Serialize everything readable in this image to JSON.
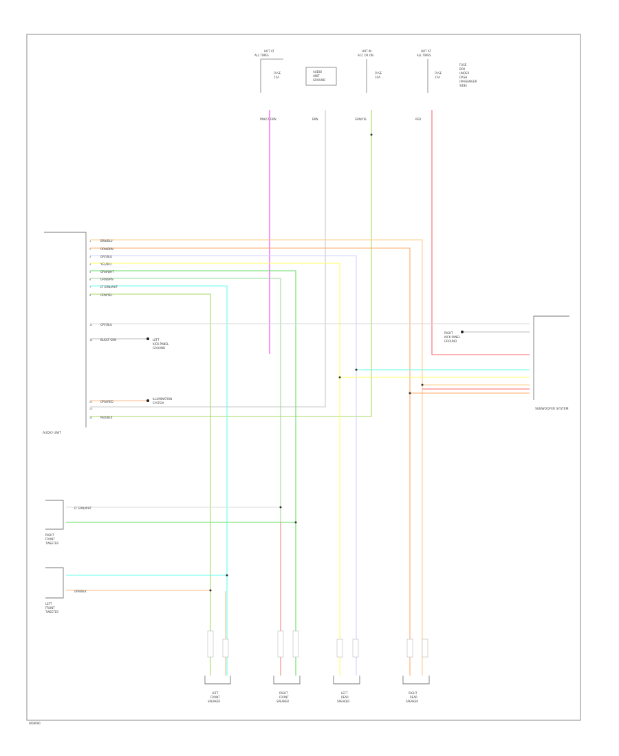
{
  "diagram": {
    "footer_code": "W08990",
    "top_sources": [
      {
        "id": "src1",
        "lines": [
          "HOT AT",
          "ALL TIMES"
        ],
        "fuse": [
          "FUSE",
          "15A"
        ],
        "wire_label": "PNK/LT GRN",
        "wire_color": "#ff33ff"
      },
      {
        "id": "src2",
        "lines": [
          "AUDIO",
          "UNIT",
          "GROUND"
        ],
        "wire_label": "BRN",
        "wire_color": "#c8c8c8"
      },
      {
        "id": "src3",
        "lines": [
          "HOT IN",
          "ACC OR ON"
        ],
        "fuse": [
          "FUSE",
          "10A"
        ],
        "wire_label": "GRN/YEL",
        "wire_color": "#a8d860"
      },
      {
        "id": "src4",
        "lines": [
          "HOT AT",
          "ALL TIMES"
        ],
        "fuse": [
          "FUSE",
          "15A"
        ],
        "wire_label": "RED",
        "wire_color": "#ff6666",
        "note": [
          "FUSE",
          "BOX",
          "UNDER",
          "DASH",
          "(PASSENGER",
          "SIDE)"
        ]
      }
    ],
    "components": {
      "audio_unit": "AUDIO UNIT",
      "subwoofer": "SUBWOOFER SYSTEM",
      "right_front_tweeter": [
        "RIGHT",
        "FRONT",
        "TWEETER"
      ],
      "left_front_tweeter": [
        "LEFT",
        "FRONT",
        "TWEETER"
      ],
      "speakers": [
        {
          "id": "spk1",
          "label": [
            "LEFT",
            "FRONT",
            "SPEAKER"
          ]
        },
        {
          "id": "spk2",
          "label": [
            "RIGHT",
            "FRONT",
            "SPEAKER"
          ]
        },
        {
          "id": "spk3",
          "label": [
            "LEFT",
            "REAR",
            "SPEAKER"
          ]
        },
        {
          "id": "spk4",
          "label": [
            "RIGHT",
            "REAR",
            "SPEAKER"
          ]
        }
      ]
    },
    "side_notes": [
      {
        "id": "ground_left",
        "lines": [
          "LEFT",
          "KICK PANEL",
          "GROUND"
        ]
      },
      {
        "id": "illum",
        "lines": [
          "ILLUMINATION",
          "SYSTEM"
        ]
      },
      {
        "id": "ground_right",
        "lines": [
          "RIGHT",
          "KICK PANEL",
          "GROUND"
        ]
      }
    ],
    "wires": [
      {
        "id": "w1",
        "label": "BRN/BLU",
        "color": "#ffcc88"
      },
      {
        "id": "w2",
        "label": "ORN/BRN",
        "color": "#ffaa66"
      },
      {
        "id": "w3",
        "label": "GRY/BLU",
        "color": "#d0d0ff"
      },
      {
        "id": "w4",
        "label": "YEL/BLU",
        "color": "#ffff66"
      },
      {
        "id": "w5",
        "label": "GRN/WHT",
        "color": "#66dd66"
      },
      {
        "id": "w6",
        "label": "GRN/BRN",
        "color": "#99dd99"
      },
      {
        "id": "w7",
        "label": "LT GRN/WHT",
        "color": "#66ffee"
      },
      {
        "id": "w8",
        "label": "GRN/YEL",
        "color": "#a8d860"
      },
      {
        "id": "w9",
        "label": "GRY/BLU",
        "color": "#d8d8d8"
      },
      {
        "id": "w10",
        "label": "BLK/LT GRN",
        "color": "#bbbbbb"
      },
      {
        "id": "w11",
        "label": "ORN/RED",
        "color": "#ffbb88"
      },
      {
        "id": "w12",
        "label": "RED/BLK",
        "color": "#ff8888"
      },
      {
        "id": "w13",
        "label": "LT GRN/WHT",
        "color": "#66ffee"
      },
      {
        "id": "w14",
        "label": "ORN/BLK",
        "color": "#ffcc99"
      }
    ]
  }
}
